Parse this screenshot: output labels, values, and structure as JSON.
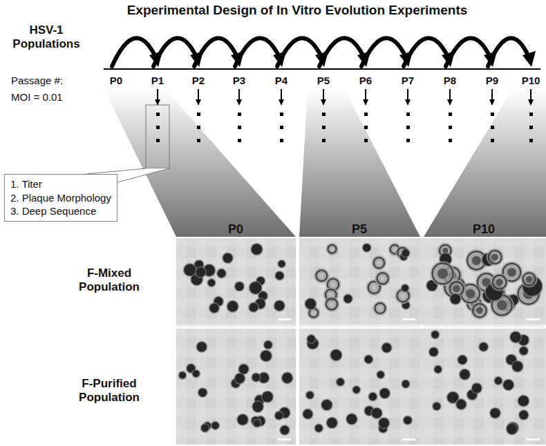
{
  "diagram": {
    "title": "Experimental Design of In Vitro Evolution Experiments",
    "nodes": [
      {
        "text": [
          "1. Titer",
          "2. Plaque Morphology",
          "3. Deep Sequence"
        ]
      }
    ],
    "labels": [
      "HSV-1 Populations",
      "Passage #:",
      "P0",
      "P1",
      "P2",
      "P3",
      "P4",
      "P5",
      "P6",
      "P7",
      "P8",
      "P9",
      "P10",
      "MOI = 0.01",
      "P0",
      "P5",
      "P10",
      "F-Mixed Population",
      "F-Purified Population"
    ]
  }
}
